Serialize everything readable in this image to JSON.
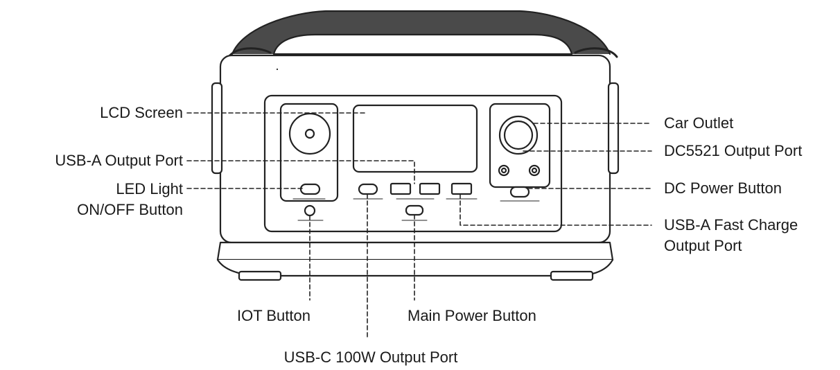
{
  "diagram": {
    "labels": {
      "lcd_screen": "LCD Screen",
      "usb_a_output": "USB-A Output Port",
      "led_light_line1": "LED Light",
      "led_light_line2": "ON/OFF Button",
      "iot_button": "IOT Button",
      "usb_c_output": "USB-C 100W Output Port",
      "main_power": "Main Power Button",
      "car_outlet": "Car Outlet",
      "dc5521_output": "DC5521 Output Port",
      "dc_power": "DC Power Button",
      "usb_a_fast_line1": "USB-A Fast Charge",
      "usb_a_fast_line2": "Output Port"
    }
  }
}
